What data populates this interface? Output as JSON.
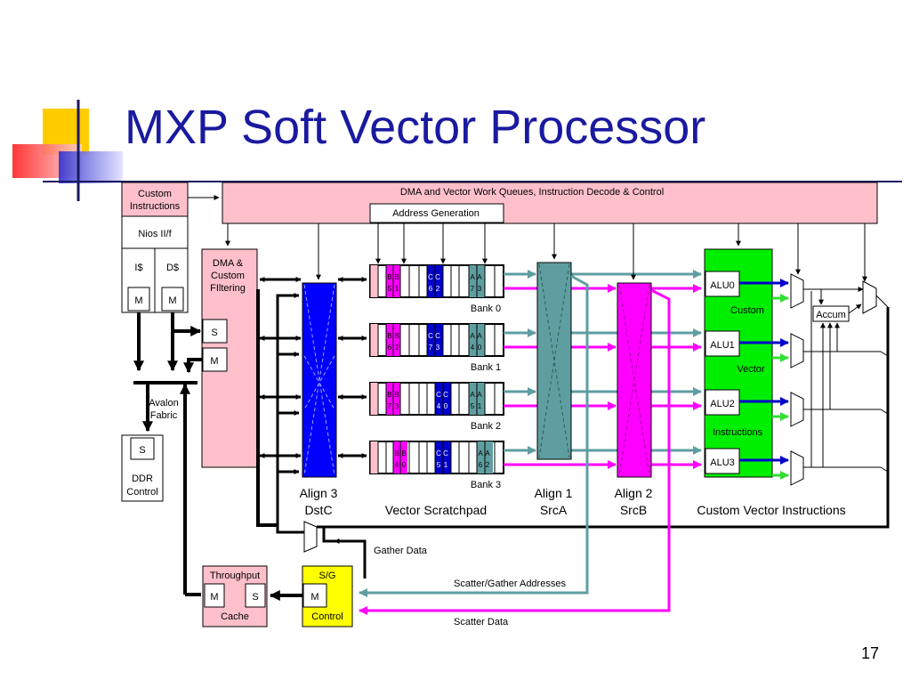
{
  "slide": {
    "title": "MXP Soft Vector Processor",
    "page_number": "17"
  },
  "diagram": {
    "control_bar": "DMA and Vector Work Queues, Instruction Decode & Control",
    "address_generation": "Address Generation",
    "nios": {
      "custom_instructions": [
        "Custom",
        "Instructions"
      ],
      "nios_if": "Nios II/f",
      "icache": "I$",
      "dcache": "D$",
      "master": "M"
    },
    "dma": {
      "label": [
        "DMA &",
        "Custom",
        "FIltering"
      ],
      "slave": "S",
      "master": "M"
    },
    "avalon": [
      "Avalon",
      "Fabric"
    ],
    "ddr": {
      "slave": "S",
      "label": [
        "DDR",
        "Control"
      ]
    },
    "banks": [
      {
        "label": "Bank 0",
        "b": [
          "B",
          "5",
          "B",
          "1"
        ],
        "c": [
          "C",
          "6",
          "C",
          "2"
        ],
        "a": [
          "A",
          "7",
          "A",
          "3"
        ]
      },
      {
        "label": "Bank 1",
        "b": [
          "B",
          "6",
          "B",
          "2"
        ],
        "c": [
          "C",
          "7",
          "C",
          "3"
        ],
        "a": [
          "A",
          "4",
          "A",
          "0"
        ]
      },
      {
        "label": "Bank 2",
        "b": [
          "B",
          "7",
          "B",
          "3"
        ],
        "c": [
          "C",
          "4",
          "C",
          "0"
        ],
        "a": [
          "A",
          "5",
          "A",
          "1"
        ]
      },
      {
        "label": "Bank 3",
        "b": [
          "B",
          "4",
          "B",
          "0"
        ],
        "c": [
          "C",
          "5",
          "C",
          "1"
        ],
        "a": [
          "A",
          "6",
          "A",
          "2"
        ]
      }
    ],
    "align3": [
      "Align 3",
      "DstC"
    ],
    "scratchpad": "Vector Scratchpad",
    "align1": [
      "Align 1",
      "SrcA"
    ],
    "align2": [
      "Align 2",
      "SrcB"
    ],
    "alus": [
      "ALU0",
      "ALU1",
      "ALU2",
      "ALU3"
    ],
    "custom_words": [
      "Custom",
      "Vector",
      "Instructions"
    ],
    "accum": "Accum",
    "custom_vector_instructions": "Custom Vector Instructions",
    "gather_data": "Gather Data",
    "scatter_gather_addresses": "Scatter/Gather Addresses",
    "scatter_data": "Scatter Data",
    "cache": {
      "label_top": "Throughput",
      "master": "M",
      "slave": "S",
      "label_bottom": "Cache"
    },
    "sg": {
      "label_top": "S/G",
      "master": "M",
      "label_bottom": "Control"
    }
  },
  "colors": {
    "title": "#1a1aa0",
    "pink_box": "#ffc0cb",
    "blue_align": "#0000ff",
    "teal_align": "#5f9ea0",
    "magenta_align": "#ff00ff",
    "green_custom": "#00ee00",
    "yellow_sg": "#ffff00",
    "teal_line": "#5f9ea0",
    "magenta_line": "#ff00ff"
  }
}
